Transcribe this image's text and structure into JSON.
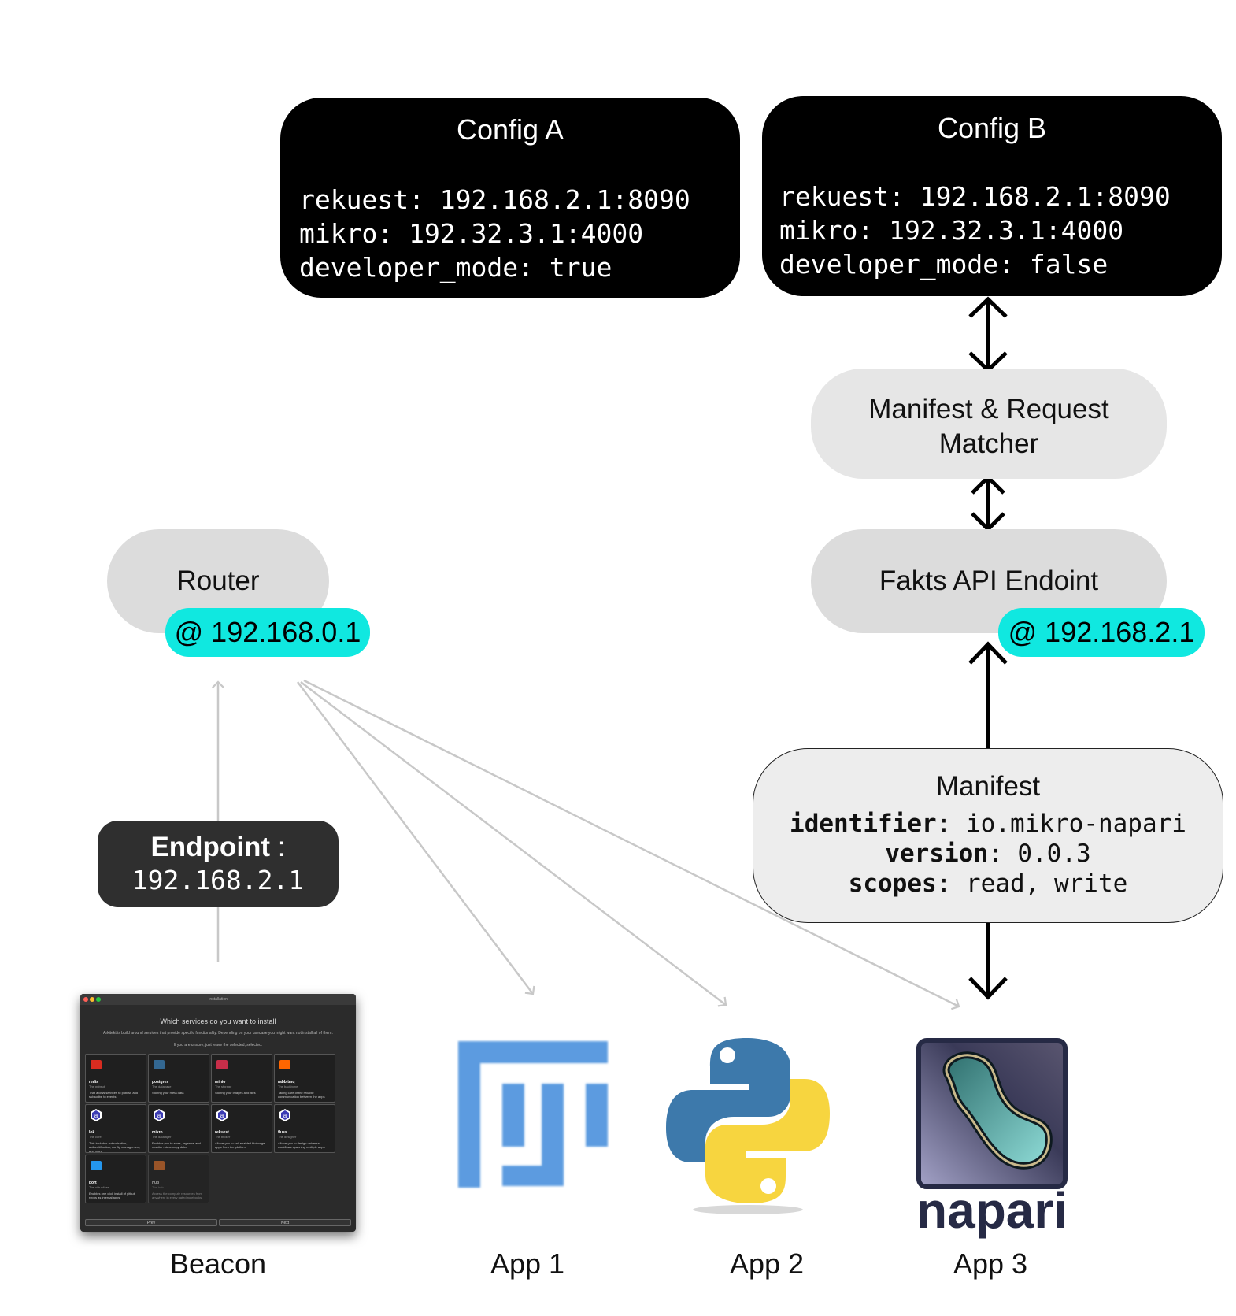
{
  "config_a": {
    "title": "Config A",
    "lines": [
      "rekuest: 192.168.2.1:8090",
      "mikro: 192.32.3.1:4000",
      "developer_mode: true"
    ]
  },
  "config_b": {
    "title": "Config B",
    "lines": [
      "rekuest: 192.168.2.1:8090",
      "mikro: 192.32.3.1:4000",
      "developer_mode: false"
    ]
  },
  "matcher": {
    "line1": "Manifest & Request",
    "line2": "Matcher"
  },
  "fakts": {
    "label": "Fakts API Endoint",
    "ip": "@ 192.168.2.1"
  },
  "router": {
    "label": "Router",
    "ip": "@ 192.168.0.1"
  },
  "endpoint": {
    "key": "Endpoint",
    "sep": " :",
    "value": "192.168.2.1"
  },
  "manifest": {
    "title": "Manifest",
    "fields": [
      {
        "key": "identifier",
        "value": ": io.mikro-napari"
      },
      {
        "key": "version",
        "value": ": 0.0.3"
      },
      {
        "key": "scopes",
        "value": ": read, write"
      }
    ]
  },
  "beacon": {
    "caption": "Beacon",
    "window_title": "Installation",
    "heading": "Which services do you want to install",
    "intro": "Arkitekt is build around services that provide specific functionality. Depending on your usecase you might want not install all of them.",
    "hint": "If you are unsure, just leave the selected, selected.",
    "tiles": [
      {
        "name": "redis",
        "sub": "The pubsub",
        "desc": "That allows services to publish and subscribe to events",
        "icon": "redis-icon",
        "color": "#d82c20"
      },
      {
        "name": "postgres",
        "sub": "The database",
        "desc": "Storing your meta data",
        "icon": "postgres-icon",
        "color": "#336791"
      },
      {
        "name": "minio",
        "sub": "The storage",
        "desc": "Storing your images and files",
        "icon": "minio-icon",
        "color": "#c72e49"
      },
      {
        "name": "rabbitmq",
        "sub": "The backbone",
        "desc": "Taking care of the reliable communication between the apps",
        "icon": "rabbitmq-icon",
        "color": "#ff6600"
      },
      {
        "name": "lok",
        "sub": "The core",
        "desc": "This includes authorization, authentification, config management, and more",
        "icon": "arkitekt-icon",
        "color": "#3b3bb3"
      },
      {
        "name": "mikro",
        "sub": "The datalayer",
        "desc": "Enables you to store, organize and monitor microscopy data",
        "icon": "arkitekt-icon",
        "color": "#3b3bb3"
      },
      {
        "name": "rekuest",
        "sub": "The broker",
        "desc": "Allows you to call enabled bioimage apps from the platform",
        "icon": "arkitekt-icon",
        "color": "#3b3bb3"
      },
      {
        "name": "fluss",
        "sub": "The designer",
        "desc": "Allows you to design universal workflows spanning multiple apps",
        "icon": "arkitekt-icon",
        "color": "#3b3bb3"
      },
      {
        "name": "port",
        "sub": "The virtualizer",
        "desc": "Enables one click install of github repos as internal apps",
        "icon": "docker-icon",
        "color": "#2496ed"
      },
      {
        "name": "hub",
        "sub": "The hub",
        "desc": "Access the compute resources from anywhere in every gated notebooks",
        "icon": "jupyter-icon",
        "color": "#f37726"
      }
    ],
    "prev": "Prev",
    "next": "Next"
  },
  "apps": [
    {
      "caption": "App 1",
      "icon": "fiji-icon"
    },
    {
      "caption": "App 2",
      "icon": "python-icon"
    },
    {
      "caption": "App 3",
      "icon": "napari-icon",
      "wordmark": "napari"
    }
  ],
  "colors": {
    "ip_highlight": "#10e8e0",
    "config_bg": "#000000",
    "endpoint_bg": "#2f2f2f",
    "fiji_blue": "#5b9be0",
    "python_blue": "#3d79ab",
    "python_yellow": "#f7d53f",
    "napari_dark": "#262a45"
  }
}
